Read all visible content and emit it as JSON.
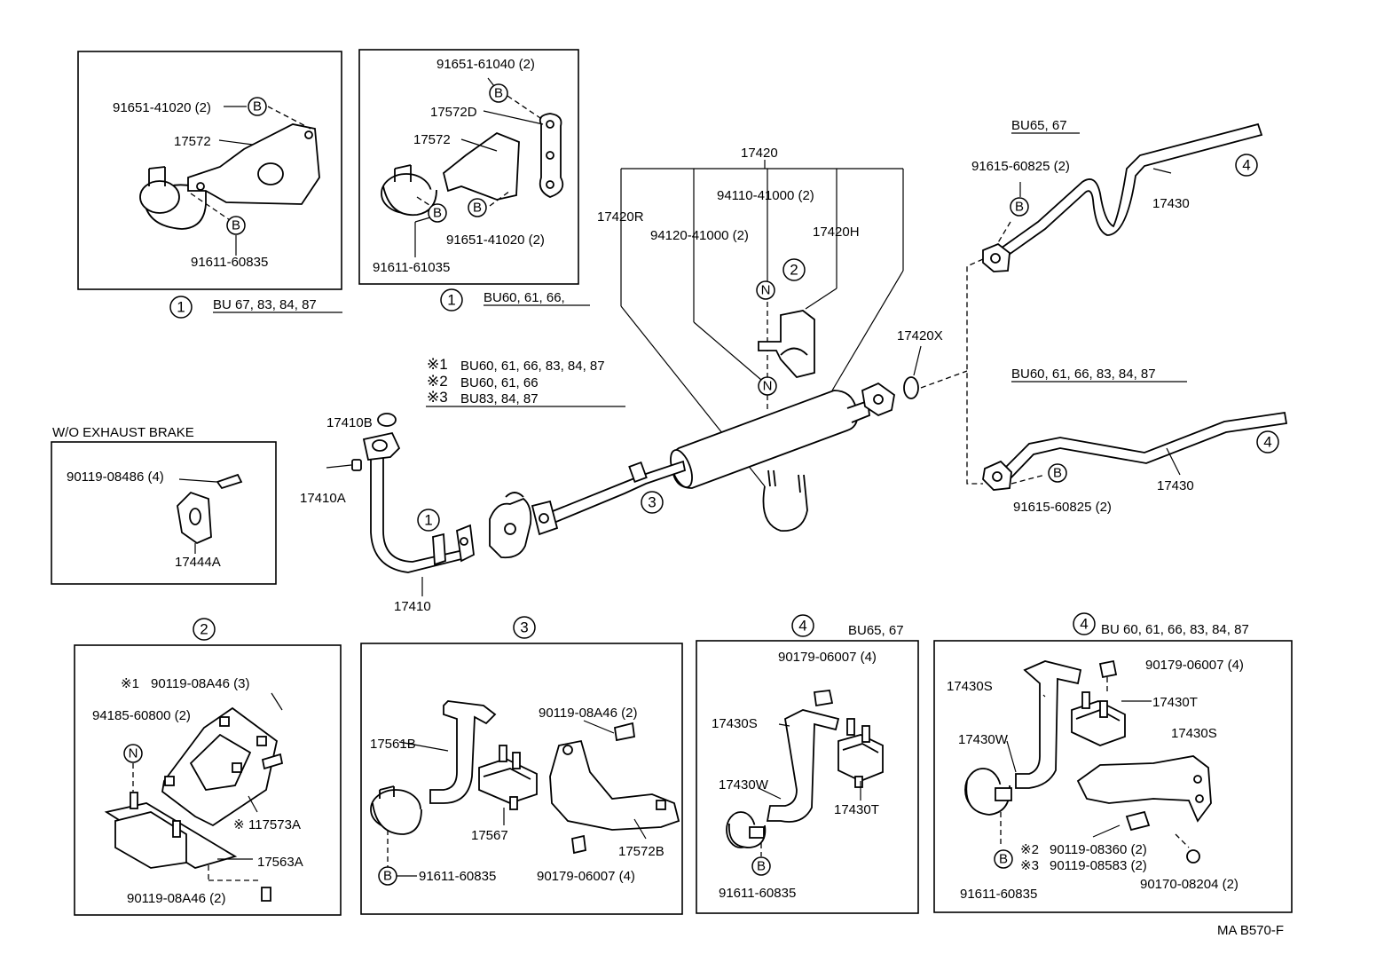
{
  "diagram": {
    "part_labels": {
      "p91651_41020_a": "91651-41020 (2)",
      "p17572_a": "17572",
      "p91611_60835_a": "91611-60835",
      "p91651_61040": "91651-61040 (2)",
      "p17572D": "17572D",
      "p17572_b": "17572",
      "p91651_41020_b": "91651-41020 (2)",
      "p91611_61035": "91611-61035",
      "p17420": "17420",
      "p17420R": "17420R",
      "p94110_41000": "94110-41000 (2)",
      "p94120_41000": "94120-41000 (2)",
      "p17420H": "17420H",
      "p17420X": "17420X",
      "p91615_60825_a": "91615-60825 (2)",
      "p17430_a": "17430",
      "p17430_b": "17430",
      "p91615_60825_b": "91615-60825 (2)",
      "p17410B": "17410B",
      "p17410A": "17410A",
      "p17410": "17410",
      "p90119_08486": "90119-08486 (4)",
      "p17444A": "17444A",
      "p90119_08A46_a": "90119-08A46 (3)",
      "p94185_60800": "94185-60800 (2)",
      "p17573A": "117573A",
      "p17563A": "17563A",
      "p90119_08A46_b": "90119-08A46 (2)",
      "p17561B": "17561B",
      "p90119_08A46_c": "90119-08A46 (2)",
      "p17567": "17567",
      "p91611_60835_b": "91611-60835",
      "p90179_06007_a": "90179-06007 (4)",
      "p17572B": "17572B",
      "p90179_06007_b": "90179-06007 (4)",
      "p17430S_a": "17430S",
      "p17430W_a": "17430W",
      "p17430T_a": "17430T",
      "p91611_60835_c": "91611-60835",
      "p17430S_b": "17430S",
      "p90179_06007_c": "90179-06007 (4)",
      "p17430T_b": "17430T",
      "p17430W_b": "17430W",
      "p17430S_c": "17430S",
      "p90119_08360": "90119-08360 (2)",
      "p90119_08583": "90119-08583 (2)",
      "p91611_60835_d": "91611-60835",
      "p90170_08204": "90170-08204 (2)"
    },
    "model_labels": {
      "m_bu67_83_84_87": "BU 67, 83, 84, 87",
      "m_bu60_61_66": "BU60, 61, 66,",
      "m_bu65_67_a": "BU65, 67",
      "m_bu60_61_66_83_84_87": "BU60, 61, 66, 83, 84, 87",
      "m_bu65_67_b": "BU65, 67",
      "m_bu60_6x_87_b": "BU 60, 61, 66, 83, 84, 87"
    },
    "notes": {
      "n1_mark": "※1",
      "n1_text": "BU60, 61, 66, 83, 84, 87",
      "n2_mark": "※2",
      "n2_text": "BU60, 61, 66",
      "n3_mark": "※3",
      "n3_text": "BU83, 84, 87"
    },
    "inline_marks": {
      "star1": "※1",
      "star1b": "※",
      "star2": "※2",
      "star3": "※3"
    },
    "section_title": "W/O EXHAUST BRAKE",
    "callout_numbers": {
      "one": "1",
      "two": "2",
      "three": "3",
      "four": "4"
    },
    "symbol_letters": {
      "bolt": "B",
      "nut": "N"
    },
    "diagram_code": "MA B570-F"
  }
}
